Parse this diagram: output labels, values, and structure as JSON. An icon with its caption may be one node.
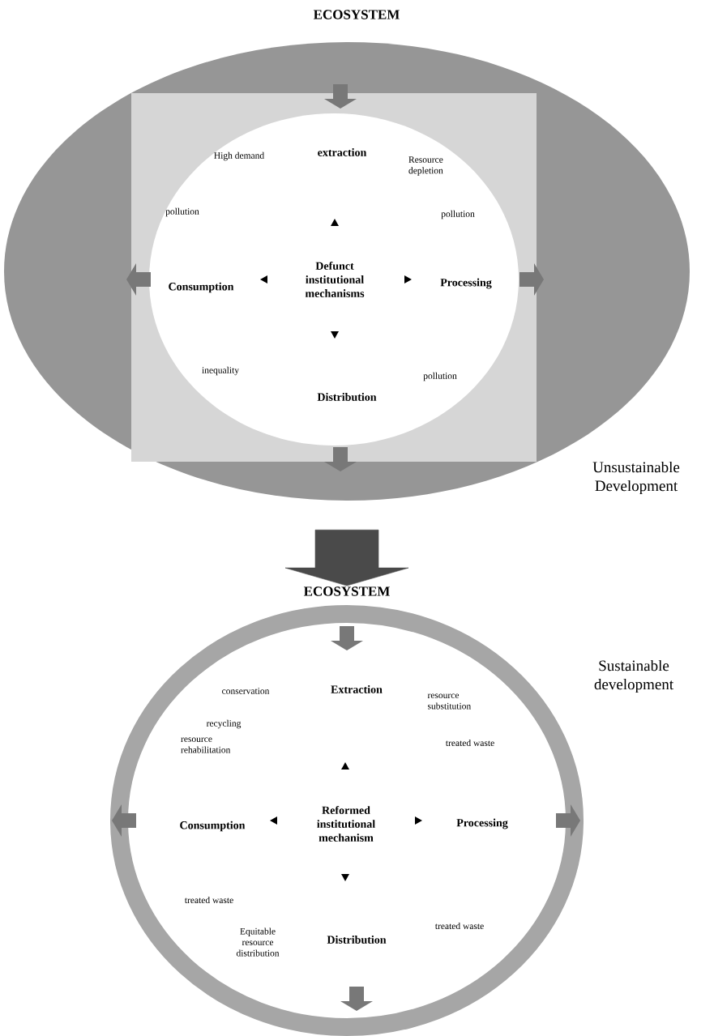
{
  "diagram": {
    "nodes": [
      {
        "text": [
          "ECOSYSTEM"
        ],
        "beside": [
          "Unsustainable Development"
        ]
      },
      {
        "text": [
          "extraction"
        ],
        "in": 0
      },
      {
        "text": [
          "Defunct institutional mechanisms"
        ],
        "in": 0
      },
      {
        "text": [
          "Consumption"
        ],
        "in": 0
      },
      {
        "text": [
          "Processing"
        ],
        "in": 0
      },
      {
        "text": [
          "Distribution"
        ],
        "in": 0
      },
      {
        "text": [
          "ECOSYSTEM"
        ],
        "beside": [
          "Sustainable development"
        ]
      },
      {
        "text": [
          "Extraction"
        ],
        "in": 6
      },
      {
        "text": [
          "Reformed institutional mechanism"
        ],
        "in": 6
      },
      {
        "text": [
          "Consumption"
        ],
        "in": 6
      },
      {
        "text": [
          "Processing"
        ],
        "in": 6
      },
      {
        "text": [
          "Distribution"
        ],
        "in": 6
      }
    ],
    "edges": [
      {
        "from": 0,
        "to": 6,
        "arrow": "to"
      }
    ],
    "labels": [
      "High demand",
      "Resource depletion",
      "pollution",
      "pollution",
      "inequality",
      "pollution",
      "conservation",
      "resource substitution",
      "recycling",
      "resource rehabilitation",
      "treated waste",
      "treated waste",
      "Equitable resource distribution",
      "treated waste"
    ]
  }
}
